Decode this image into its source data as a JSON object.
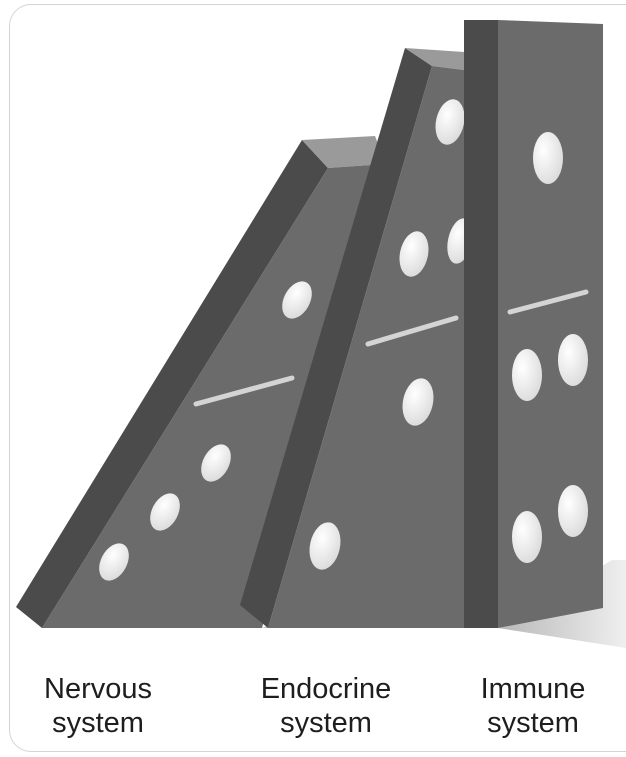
{
  "labels": {
    "nervous": {
      "line1": "Nervous",
      "line2": "system"
    },
    "endocrine": {
      "line1": "Endocrine",
      "line2": "system"
    },
    "immune": {
      "line1": "Immune",
      "line2": "system"
    }
  },
  "colors": {
    "domino_face": "#6b6b6b",
    "domino_side": "#4b4b4b",
    "domino_top": "#9a9a9a",
    "pip": "#ffffff",
    "shadow": "#c8c8c8"
  },
  "dominoes": [
    {
      "name": "nervous-system",
      "top_pips": 1,
      "bottom_pips": 3
    },
    {
      "name": "endocrine-system",
      "top_pips": 3,
      "bottom_pips": 2
    },
    {
      "name": "immune-system",
      "top_pips": 1,
      "bottom_pips": 4
    }
  ]
}
